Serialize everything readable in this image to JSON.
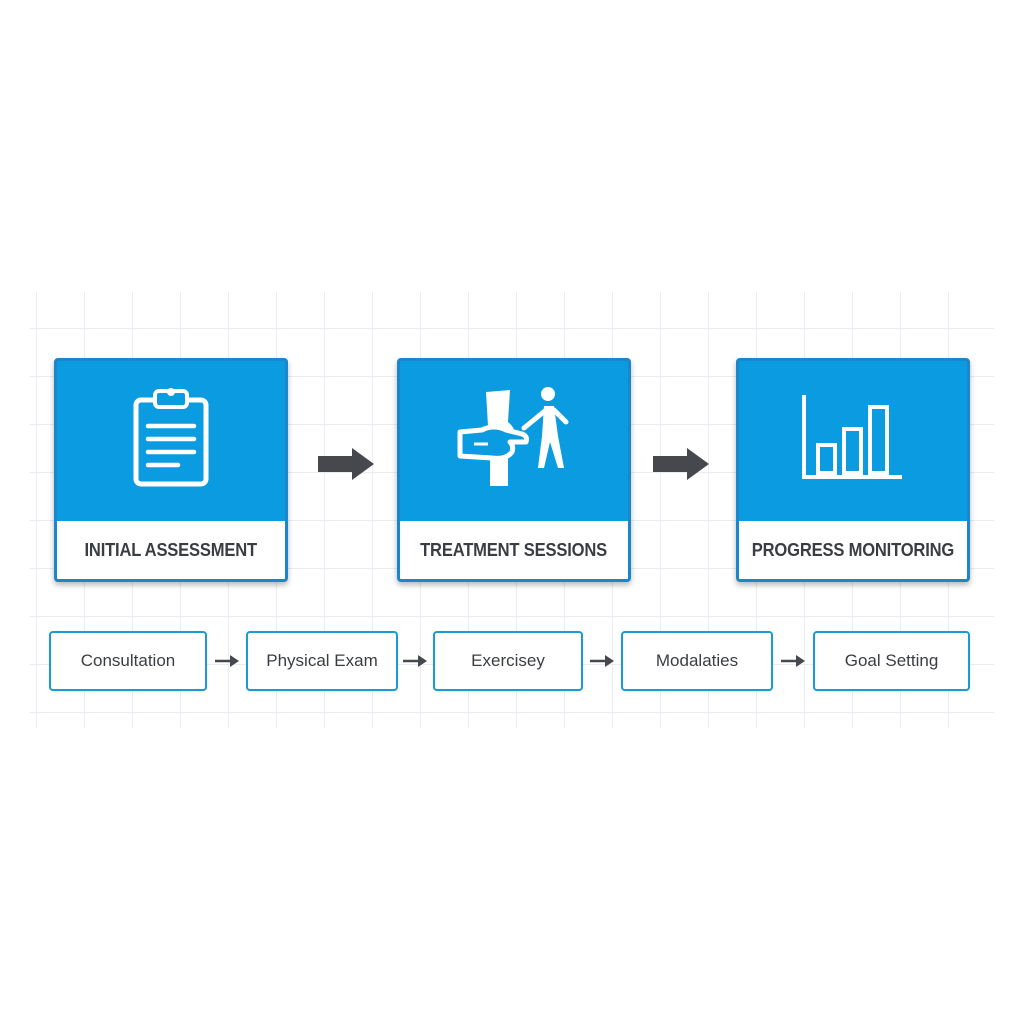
{
  "stages": [
    {
      "label": "INITIAL ASSESSMENT",
      "icon": "clipboard-icon"
    },
    {
      "label": "TREATMENT SESSIONS",
      "icon": "therapy-hands-figure-icon"
    },
    {
      "label": "PROGRESS MONITORING",
      "icon": "bar-chart-icon"
    }
  ],
  "steps": [
    {
      "label": "Consultation"
    },
    {
      "label": "Physical Exam"
    },
    {
      "label": "Exercisey"
    },
    {
      "label": "Modalaties"
    },
    {
      "label": "Goal Setting"
    }
  ],
  "colors": {
    "stage_fill": "#0b9be0",
    "stage_border": "#1b86c9",
    "step_border": "#1b9ad6",
    "arrow": "#45494e",
    "text": "#3a3d42",
    "grid": "#e9edf2"
  }
}
